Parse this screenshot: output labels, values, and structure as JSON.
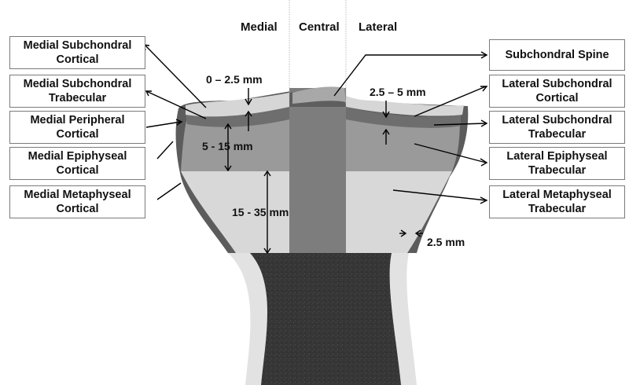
{
  "column_headers": [
    "Medial",
    "Central",
    "Lateral"
  ],
  "left_labels": [
    "Medial Subchondral\nCortical",
    "Medial Subchondral\nTrabecular",
    "Medial Peripheral\nCortical",
    "Medial Epiphyseal\nCortical",
    "Medial Metaphyseal\nCortical"
  ],
  "right_labels": [
    "Subchondral Spine",
    "Lateral Subchondral\nCortical",
    "Lateral Subchondral\nTrabecular",
    "Lateral Epiphyseal\nTrabecular",
    "Lateral Metaphyseal\nTrabecular"
  ],
  "dimensions": {
    "subchondral_cortical_medial": "0 – 2.5 mm",
    "subchondral_cortical_lateral": "2.5 – 5 mm",
    "epiphyseal": "5 - 15 mm",
    "metaphyseal": "15 - 35 mm",
    "cortical_shell": "2.5 mm"
  },
  "colors": {
    "bone_light": "#d8d8d8",
    "bone_mid": "#9a9a9a",
    "bone_dark": "#6e6e6e",
    "central_column": "#7d7d7d",
    "cortical_shell": "#5c5c5c",
    "shaft_marrow": "#3b3b3b",
    "shaft_cortex": "#e2e2e2"
  }
}
